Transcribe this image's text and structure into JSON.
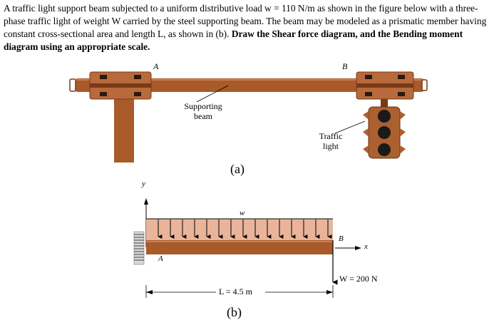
{
  "problem": {
    "text_plain": "A traffic light support beam subjected to a uniform distributive load w = 110 N/m as shown in the figure below with a three-phase traffic light of weight W carried by the steel supporting beam. The beam may be modeled as a prismatic member having constant cross-sectional area and length L, as shown in (b).",
    "text_bold": "Draw the Shear force diagram, and the Bending moment diagram using an appropriate scale."
  },
  "figure_a": {
    "label_A": "A",
    "label_B": "B",
    "beam_label_line1": "Supporting",
    "beam_label_line2": "beam",
    "light_label_line1": "Traffic",
    "light_label_line2": "light",
    "caption": "(a)"
  },
  "figure_b": {
    "axis_y": "y",
    "axis_x": "x",
    "load_label": "w",
    "label_A": "A",
    "label_B": "B",
    "weight_label": "W = 200 N",
    "length_label": "L = 4.5 m",
    "caption": "(b)"
  },
  "colors": {
    "beam": "#a85a2a",
    "beam_dark": "#7a3a17",
    "bracket": "#b86a3c",
    "load_fill": "#e9b49a",
    "light_housing": "#ac6030",
    "lamp": "#1a1a1a"
  }
}
